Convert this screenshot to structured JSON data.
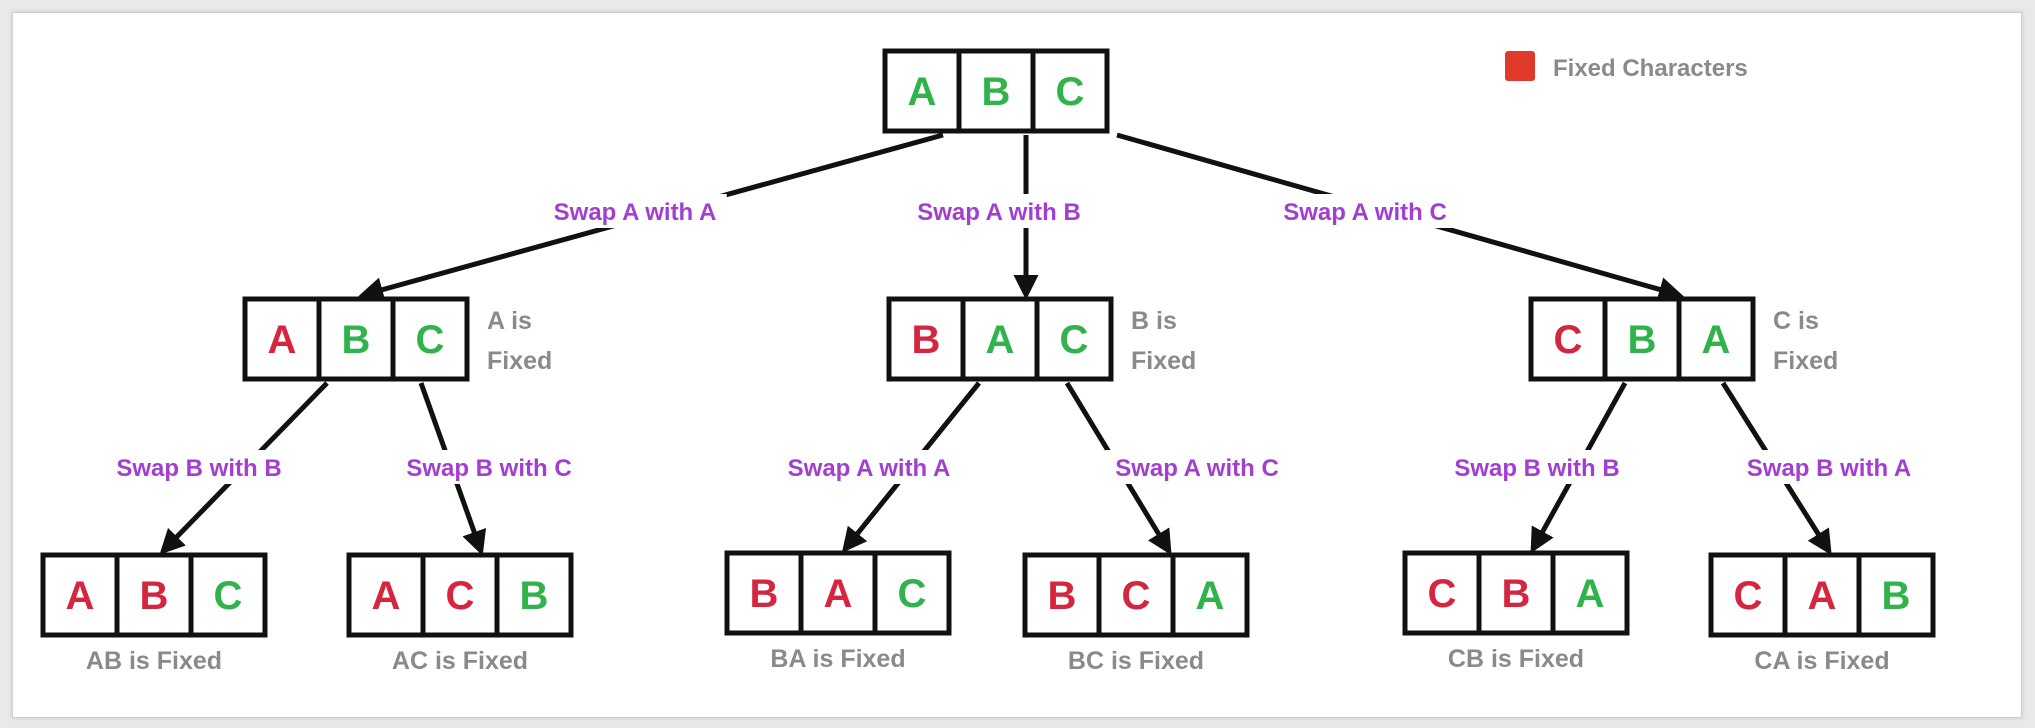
{
  "colors": {
    "fixed": "#d6263f",
    "free": "#2fb34a",
    "edge_label": "#a23ed0",
    "note": "#8a8a8a",
    "legend_swatch": "#e23a2a",
    "stroke": "#111111"
  },
  "legend": {
    "label": "Fixed Characters"
  },
  "root": {
    "cells": [
      {
        "char": "A",
        "fixed": false
      },
      {
        "char": "B",
        "fixed": false
      },
      {
        "char": "C",
        "fixed": false
      }
    ]
  },
  "level1": [
    {
      "edge_label": "Swap A with A",
      "note_line1": "A is",
      "note_line2": "Fixed",
      "cells": [
        {
          "char": "A",
          "fixed": true
        },
        {
          "char": "B",
          "fixed": false
        },
        {
          "char": "C",
          "fixed": false
        }
      ]
    },
    {
      "edge_label": "Swap A with B",
      "note_line1": "B is",
      "note_line2": "Fixed",
      "cells": [
        {
          "char": "B",
          "fixed": true
        },
        {
          "char": "A",
          "fixed": false
        },
        {
          "char": "C",
          "fixed": false
        }
      ]
    },
    {
      "edge_label": "Swap A with C",
      "note_line1": "C is",
      "note_line2": "Fixed",
      "cells": [
        {
          "char": "C",
          "fixed": true
        },
        {
          "char": "B",
          "fixed": false
        },
        {
          "char": "A",
          "fixed": false
        }
      ]
    }
  ],
  "level2": [
    {
      "edge_label": "Swap B with B",
      "caption": "AB is Fixed",
      "cells": [
        {
          "char": "A",
          "fixed": true
        },
        {
          "char": "B",
          "fixed": true
        },
        {
          "char": "C",
          "fixed": false
        }
      ]
    },
    {
      "edge_label": "Swap B with C",
      "caption": "AC is Fixed",
      "cells": [
        {
          "char": "A",
          "fixed": true
        },
        {
          "char": "C",
          "fixed": true
        },
        {
          "char": "B",
          "fixed": false
        }
      ]
    },
    {
      "edge_label": "Swap A with A",
      "caption": "BA is Fixed",
      "cells": [
        {
          "char": "B",
          "fixed": true
        },
        {
          "char": "A",
          "fixed": true
        },
        {
          "char": "C",
          "fixed": false
        }
      ]
    },
    {
      "edge_label": "Swap A with C",
      "caption": "BC is Fixed",
      "cells": [
        {
          "char": "B",
          "fixed": true
        },
        {
          "char": "C",
          "fixed": true
        },
        {
          "char": "A",
          "fixed": false
        }
      ]
    },
    {
      "edge_label": "Swap B with B",
      "caption": "CB is Fixed",
      "cells": [
        {
          "char": "C",
          "fixed": true
        },
        {
          "char": "B",
          "fixed": true
        },
        {
          "char": "A",
          "fixed": false
        }
      ]
    },
    {
      "edge_label": "Swap B with A",
      "caption": "CA is Fixed",
      "cells": [
        {
          "char": "C",
          "fixed": true
        },
        {
          "char": "A",
          "fixed": true
        },
        {
          "char": "B",
          "fixed": false
        }
      ]
    }
  ]
}
